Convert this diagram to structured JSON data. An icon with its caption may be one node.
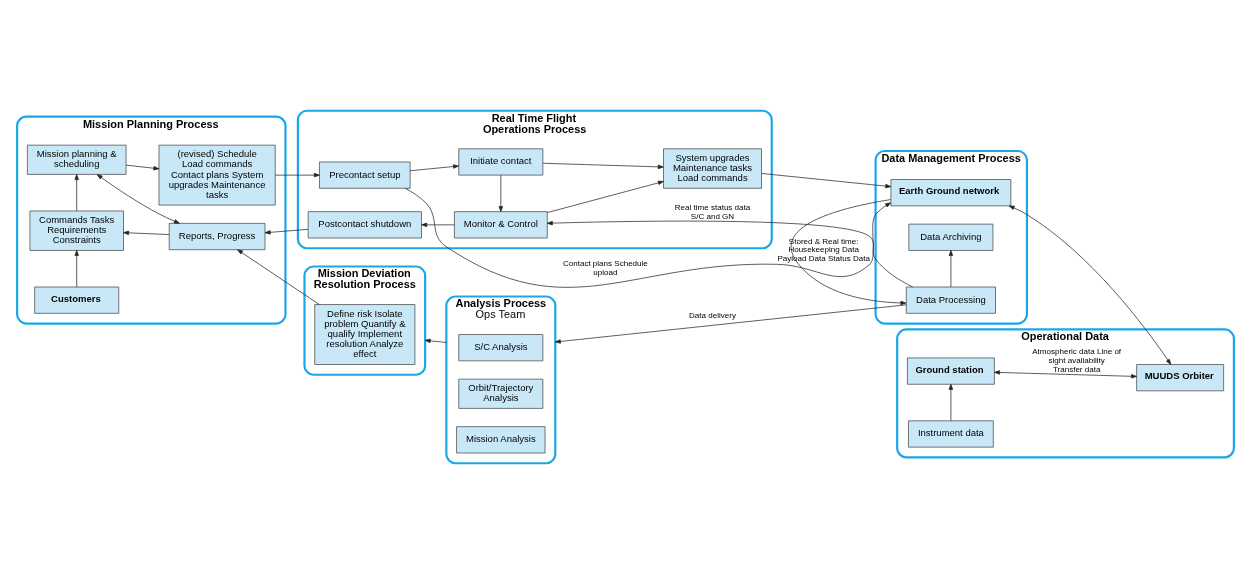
{
  "diagram": {
    "nodes": [
      {
        "text": [
          "Mission Planning Process"
        ]
      },
      {
        "text": [
          "Mission planning & scheduling"
        ],
        "in": 0
      },
      {
        "text": [
          "(revised) Schedule Load commands Contact plans System upgrades Maintenance tasks"
        ],
        "in": 0
      },
      {
        "text": [
          "Commands Tasks Requirements Constraints"
        ],
        "in": 0
      },
      {
        "text": [
          "Reports, Progress"
        ],
        "in": 0
      },
      {
        "text": [
          "Customers"
        ],
        "in": 0
      },
      {
        "text": [
          "Real Time Flight Operations Process"
        ]
      },
      {
        "text": [
          "Precontact setup"
        ],
        "in": 6
      },
      {
        "text": [
          "Initiate contact"
        ],
        "in": 6
      },
      {
        "text": [
          "System upgrades Maintenance tasks Load commands"
        ],
        "in": 6
      },
      {
        "text": [
          "Postcontact shutdown"
        ],
        "in": 6
      },
      {
        "text": [
          "Monitor & Control"
        ],
        "in": 6
      },
      {
        "text": [
          "Data Management Process"
        ]
      },
      {
        "text": [
          "Earth Ground network"
        ],
        "in": 12
      },
      {
        "text": [
          "Data Processing"
        ],
        "in": 12
      },
      {
        "text": [
          "Data Archiving"
        ],
        "in": 12
      },
      {
        "text": [
          "Operational Data"
        ]
      },
      {
        "text": [
          "MUUDS Orbiter"
        ],
        "in": 16
      },
      {
        "text": [
          "Ground station"
        ],
        "in": 16
      },
      {
        "text": [
          "Instrument data"
        ],
        "in": 16
      },
      {
        "text": [
          "Mission Deviation Resolution Process"
        ]
      },
      {
        "text": [
          "Define risk Isolate problem Quantify & qualify Implement resolution Analyze effect"
        ],
        "in": 20
      },
      {
        "text": [
          "Analysis Process",
          "Ops Team"
        ]
      },
      {
        "text": [
          "S/C Analysis"
        ],
        "in": 22
      },
      {
        "text": [
          "Orbit/Trajectory Analysis"
        ],
        "in": 22
      },
      {
        "text": [
          "Mission Analysis"
        ],
        "in": 22
      }
    ],
    "edges": [
      {
        "from": 1,
        "to": 2,
        "arrow": "to"
      },
      {
        "from": 3,
        "to": 1,
        "arrow": "to"
      },
      {
        "from": 1,
        "to": 4,
        "arrow": "both"
      },
      {
        "from": 4,
        "to": 3,
        "arrow": "to"
      },
      {
        "from": 5,
        "to": 3,
        "arrow": "to"
      },
      {
        "from": 2,
        "to": 7,
        "arrow": "to"
      },
      {
        "from": 10,
        "to": 4,
        "arrow": "to"
      },
      {
        "from": 21,
        "to": 4,
        "arrow": "to"
      },
      {
        "from": 7,
        "to": 8,
        "arrow": "to"
      },
      {
        "from": 8,
        "to": 11,
        "arrow": "to"
      },
      {
        "from": 8,
        "to": 9,
        "arrow": "to"
      },
      {
        "from": 11,
        "to": 10,
        "arrow": "to"
      },
      {
        "from": 11,
        "to": 9,
        "arrow": "to"
      },
      {
        "from": 7,
        "to": 13,
        "arrow": "to",
        "label": "Contact plans Schedule upload"
      },
      {
        "from": 9,
        "to": 13,
        "arrow": "to"
      },
      {
        "from": 13,
        "to": 17,
        "arrow": "both"
      },
      {
        "from": 13,
        "to": 14,
        "arrow": "to",
        "label": "Stored & Real time: Housekeeping Data Payload Data Status Data"
      },
      {
        "from": 14,
        "to": 15,
        "arrow": "to"
      },
      {
        "from": 14,
        "to": 11,
        "arrow": "to",
        "label": "Real time status data S/C and GN"
      },
      {
        "from": 14,
        "to": 22,
        "arrow": "to",
        "label": "Data delivery"
      },
      {
        "from": 22,
        "to": 20,
        "arrow": "to"
      },
      {
        "from": 18,
        "to": 17,
        "arrow": "both",
        "label": "Atmospheric data Line of sight availability Transfer data"
      },
      {
        "from": 19,
        "to": 18,
        "arrow": "to"
      }
    ]
  }
}
